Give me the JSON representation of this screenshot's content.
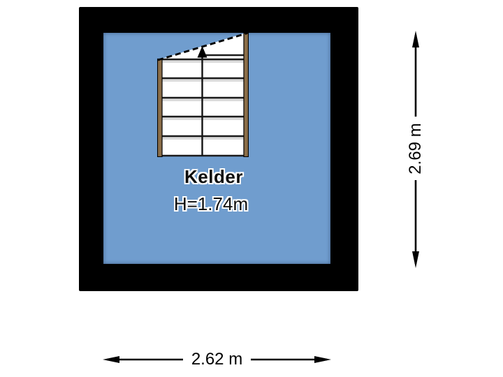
{
  "floorplan": {
    "room": {
      "name": "Kelder",
      "ceiling_height": "H=1.74m"
    },
    "dimensions": {
      "width": "2.62 m",
      "height": "2.69 m"
    },
    "stairs": {
      "direction_icon": "up-arrow",
      "tread_count": 7
    },
    "colors": {
      "floor": "#709DCE",
      "wall": "#000000",
      "stringer": "#8B6E49",
      "tread": "#FFFFFF",
      "line": "#000000",
      "background": "#FFFFFF"
    }
  }
}
